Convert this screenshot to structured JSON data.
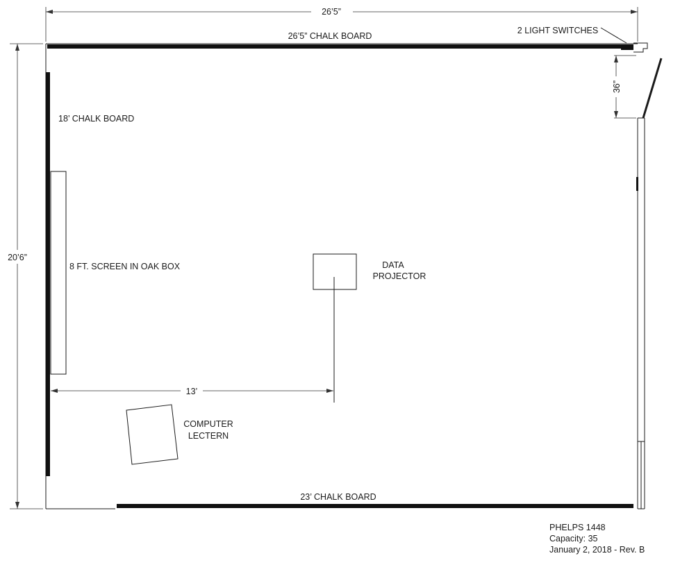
{
  "dimensions": {
    "overall_width": "26’5”",
    "overall_depth": "20’6”",
    "door_offset": "36”",
    "projector_distance": "13’"
  },
  "labels": {
    "top_board": "26’5” CHALK BOARD",
    "light_switches": "2 LIGHT SWITCHES",
    "left_board": "18’ CHALK BOARD",
    "screen": "8 FT. SCREEN IN OAK BOX",
    "projector_line1": "DATA",
    "projector_line2": "PROJECTOR",
    "lectern_line1": "COMPUTER",
    "lectern_line2": "LECTERN",
    "bottom_board": "23’ CHALK BOARD"
  },
  "room_info": {
    "name": "PHELPS 1448",
    "capacity": "Capacity: 35",
    "date": "January 2, 2018 - Rev. B"
  }
}
